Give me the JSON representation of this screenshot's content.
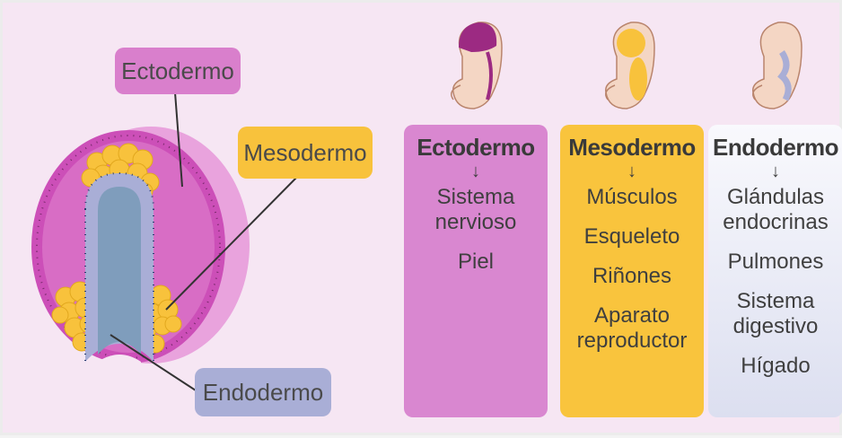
{
  "labels": {
    "ectodermo": "Ectodermo",
    "mesodermo": "Mesodermo",
    "endodermo": "Endodermo"
  },
  "cards": [
    {
      "title": "Ectodermo",
      "arrow": "↓",
      "items": [
        "Sistema\nnervioso",
        "Piel"
      ]
    },
    {
      "title": "Mesodermo",
      "arrow": "↓",
      "items": [
        "Músculos",
        "Esqueleto",
        "Riñones",
        "Aparato\nreproductor"
      ]
    },
    {
      "title": "Endodermo",
      "arrow": "↓",
      "items": [
        "Glándulas\nendocrinas",
        "Pulmones",
        "Sistema\ndigestivo",
        "Hígado"
      ]
    }
  ],
  "colors": {
    "background": "#f6e6f3",
    "ectodermo": "#d97fcc",
    "mesodermo": "#f8c23c",
    "endodermo": "#a9aed6"
  },
  "icons": [
    "embryo-ectodermo-icon",
    "embryo-mesodermo-icon",
    "embryo-endodermo-icon"
  ]
}
